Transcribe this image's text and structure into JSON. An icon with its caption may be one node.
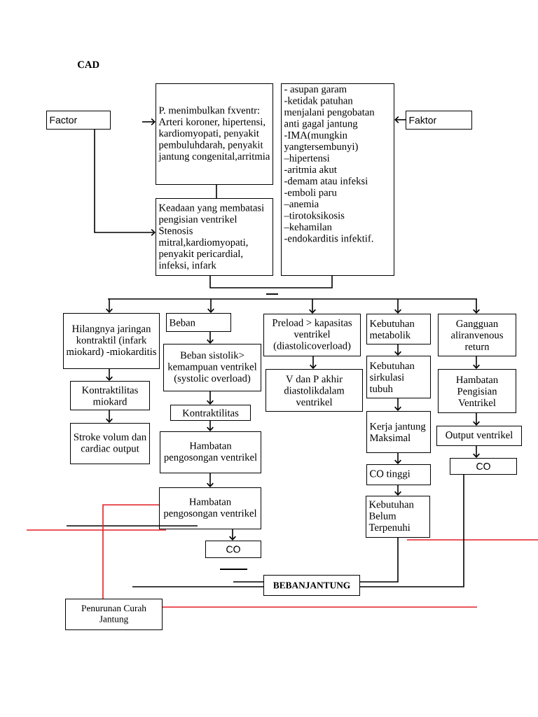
{
  "diagram": {
    "title": "CAD",
    "nodes": [
      {
        "text": [
          "Factor"
        ]
      },
      {
        "text": [
          "P. menimbulkan fxventr: Arteri koroner, hipertensi, kardiomyopati, penyakit pembuluhdarah, penyakit jantung congenital,arritmia"
        ]
      },
      {
        "text": [
          "- asupan garam",
          "-ketidak patuhan menjalani pengobatan anti gagal jantung",
          "-IMA(mungkin yangtersembunyi)",
          "–hipertensi",
          "-aritmia akut",
          "-demam atau infeksi",
          "-emboli paru",
          "–anemia",
          "–tirotoksikosis –kehamilan",
          "-endokarditis infektif."
        ]
      },
      {
        "text": [
          "Faktor"
        ]
      },
      {
        "text": [
          "Keadaan yang membatasi pengisian ventrikel Stenosis mitral,kardiomyopati, penyakit pericardial, infeksi, infark"
        ]
      },
      {
        "text": [
          "Hilangnya jaringan kontraktil (infark miokard) -miokarditis"
        ]
      },
      {
        "text": [
          "Beban"
        ]
      },
      {
        "text": [
          "Preload > kapasitas ventrikel (diastolicoverload)"
        ]
      },
      {
        "text": [
          "Kebutuhan metabolik"
        ]
      },
      {
        "text": [
          "Gangguan aliranvenous return"
        ]
      },
      {
        "text": [
          "Kontraktilitas miokard"
        ]
      },
      {
        "text": [
          "Beban sistolik> kemampuan ventrikel (systolic overload)"
        ]
      },
      {
        "text": [
          "V dan P akhir diastolikdalam ventrikel"
        ]
      },
      {
        "text": [
          "Kebutuhan sirkulasi tubuh"
        ]
      },
      {
        "text": [
          "Hambatan Pengisian Ventrikel"
        ]
      },
      {
        "text": [
          "Stroke volum dan cardiac output"
        ]
      },
      {
        "text": [
          "Kontraktilitas"
        ]
      },
      {
        "text": [
          "Kerja jantung Maksimal"
        ]
      },
      {
        "text": [
          "Output ventrikel"
        ]
      },
      {
        "text": [
          "Hambatan pengosongan ventrikel"
        ]
      },
      {
        "text": [
          "CO tinggi"
        ]
      },
      {
        "text": [
          "CO"
        ]
      },
      {
        "text": [
          "Hambatan pengosongan ventrikel"
        ]
      },
      {
        "text": [
          "Kebutuhan Belum Terpenuhi"
        ]
      },
      {
        "text": [
          "CO"
        ]
      },
      {
        "text": [
          "BEBANJANTUNG"
        ]
      },
      {
        "text": [
          "Penurunan Curah Jantung"
        ]
      }
    ],
    "edges": [
      {
        "from": null,
        "to": 1,
        "arrow": "to"
      },
      {
        "from": 0,
        "to": 4,
        "arrow": "to"
      },
      {
        "from": 3,
        "to": 2,
        "arrow": "to"
      },
      {
        "from": 1,
        "to": 4,
        "arrow": "none"
      },
      {
        "from": 4,
        "to": 2,
        "arrow": "none"
      },
      {
        "from": null,
        "to": 5,
        "arrow": "to"
      },
      {
        "from": null,
        "to": 6,
        "arrow": "to"
      },
      {
        "from": null,
        "to": 7,
        "arrow": "to"
      },
      {
        "from": null,
        "to": 8,
        "arrow": "to"
      },
      {
        "from": null,
        "to": 9,
        "arrow": "to"
      },
      {
        "from": 5,
        "to": 10,
        "arrow": "to"
      },
      {
        "from": 10,
        "to": 15,
        "arrow": "to"
      },
      {
        "from": 6,
        "to": 11,
        "arrow": "to"
      },
      {
        "from": 11,
        "to": 16,
        "arrow": "to"
      },
      {
        "from": 16,
        "to": 19,
        "arrow": "to"
      },
      {
        "from": 19,
        "to": 22,
        "arrow": "to"
      },
      {
        "from": 22,
        "to": 24,
        "arrow": "to"
      },
      {
        "from": 7,
        "to": 12,
        "arrow": "to"
      },
      {
        "from": 8,
        "to": 13,
        "arrow": "to"
      },
      {
        "from": 13,
        "to": 17,
        "arrow": "to"
      },
      {
        "from": 17,
        "to": 20,
        "arrow": "to"
      },
      {
        "from": 20,
        "to": 23,
        "arrow": "to"
      },
      {
        "from": 9,
        "to": 14,
        "arrow": "to"
      },
      {
        "from": 14,
        "to": 18,
        "arrow": "to"
      },
      {
        "from": 18,
        "to": 21,
        "arrow": "to"
      },
      {
        "from": 23,
        "to": 25,
        "arrow": "none"
      },
      {
        "from": 21,
        "to": 25,
        "arrow": "none"
      },
      {
        "from": null,
        "to": 25,
        "arrow": "none"
      },
      {
        "from": null,
        "to": 25,
        "arrow": "none"
      },
      {
        "from": 22,
        "to": 26,
        "arrow": "none",
        "color": "#e31e24"
      },
      {
        "from": 26,
        "to": null,
        "arrow": "none",
        "color": "#e31e24"
      }
    ]
  }
}
